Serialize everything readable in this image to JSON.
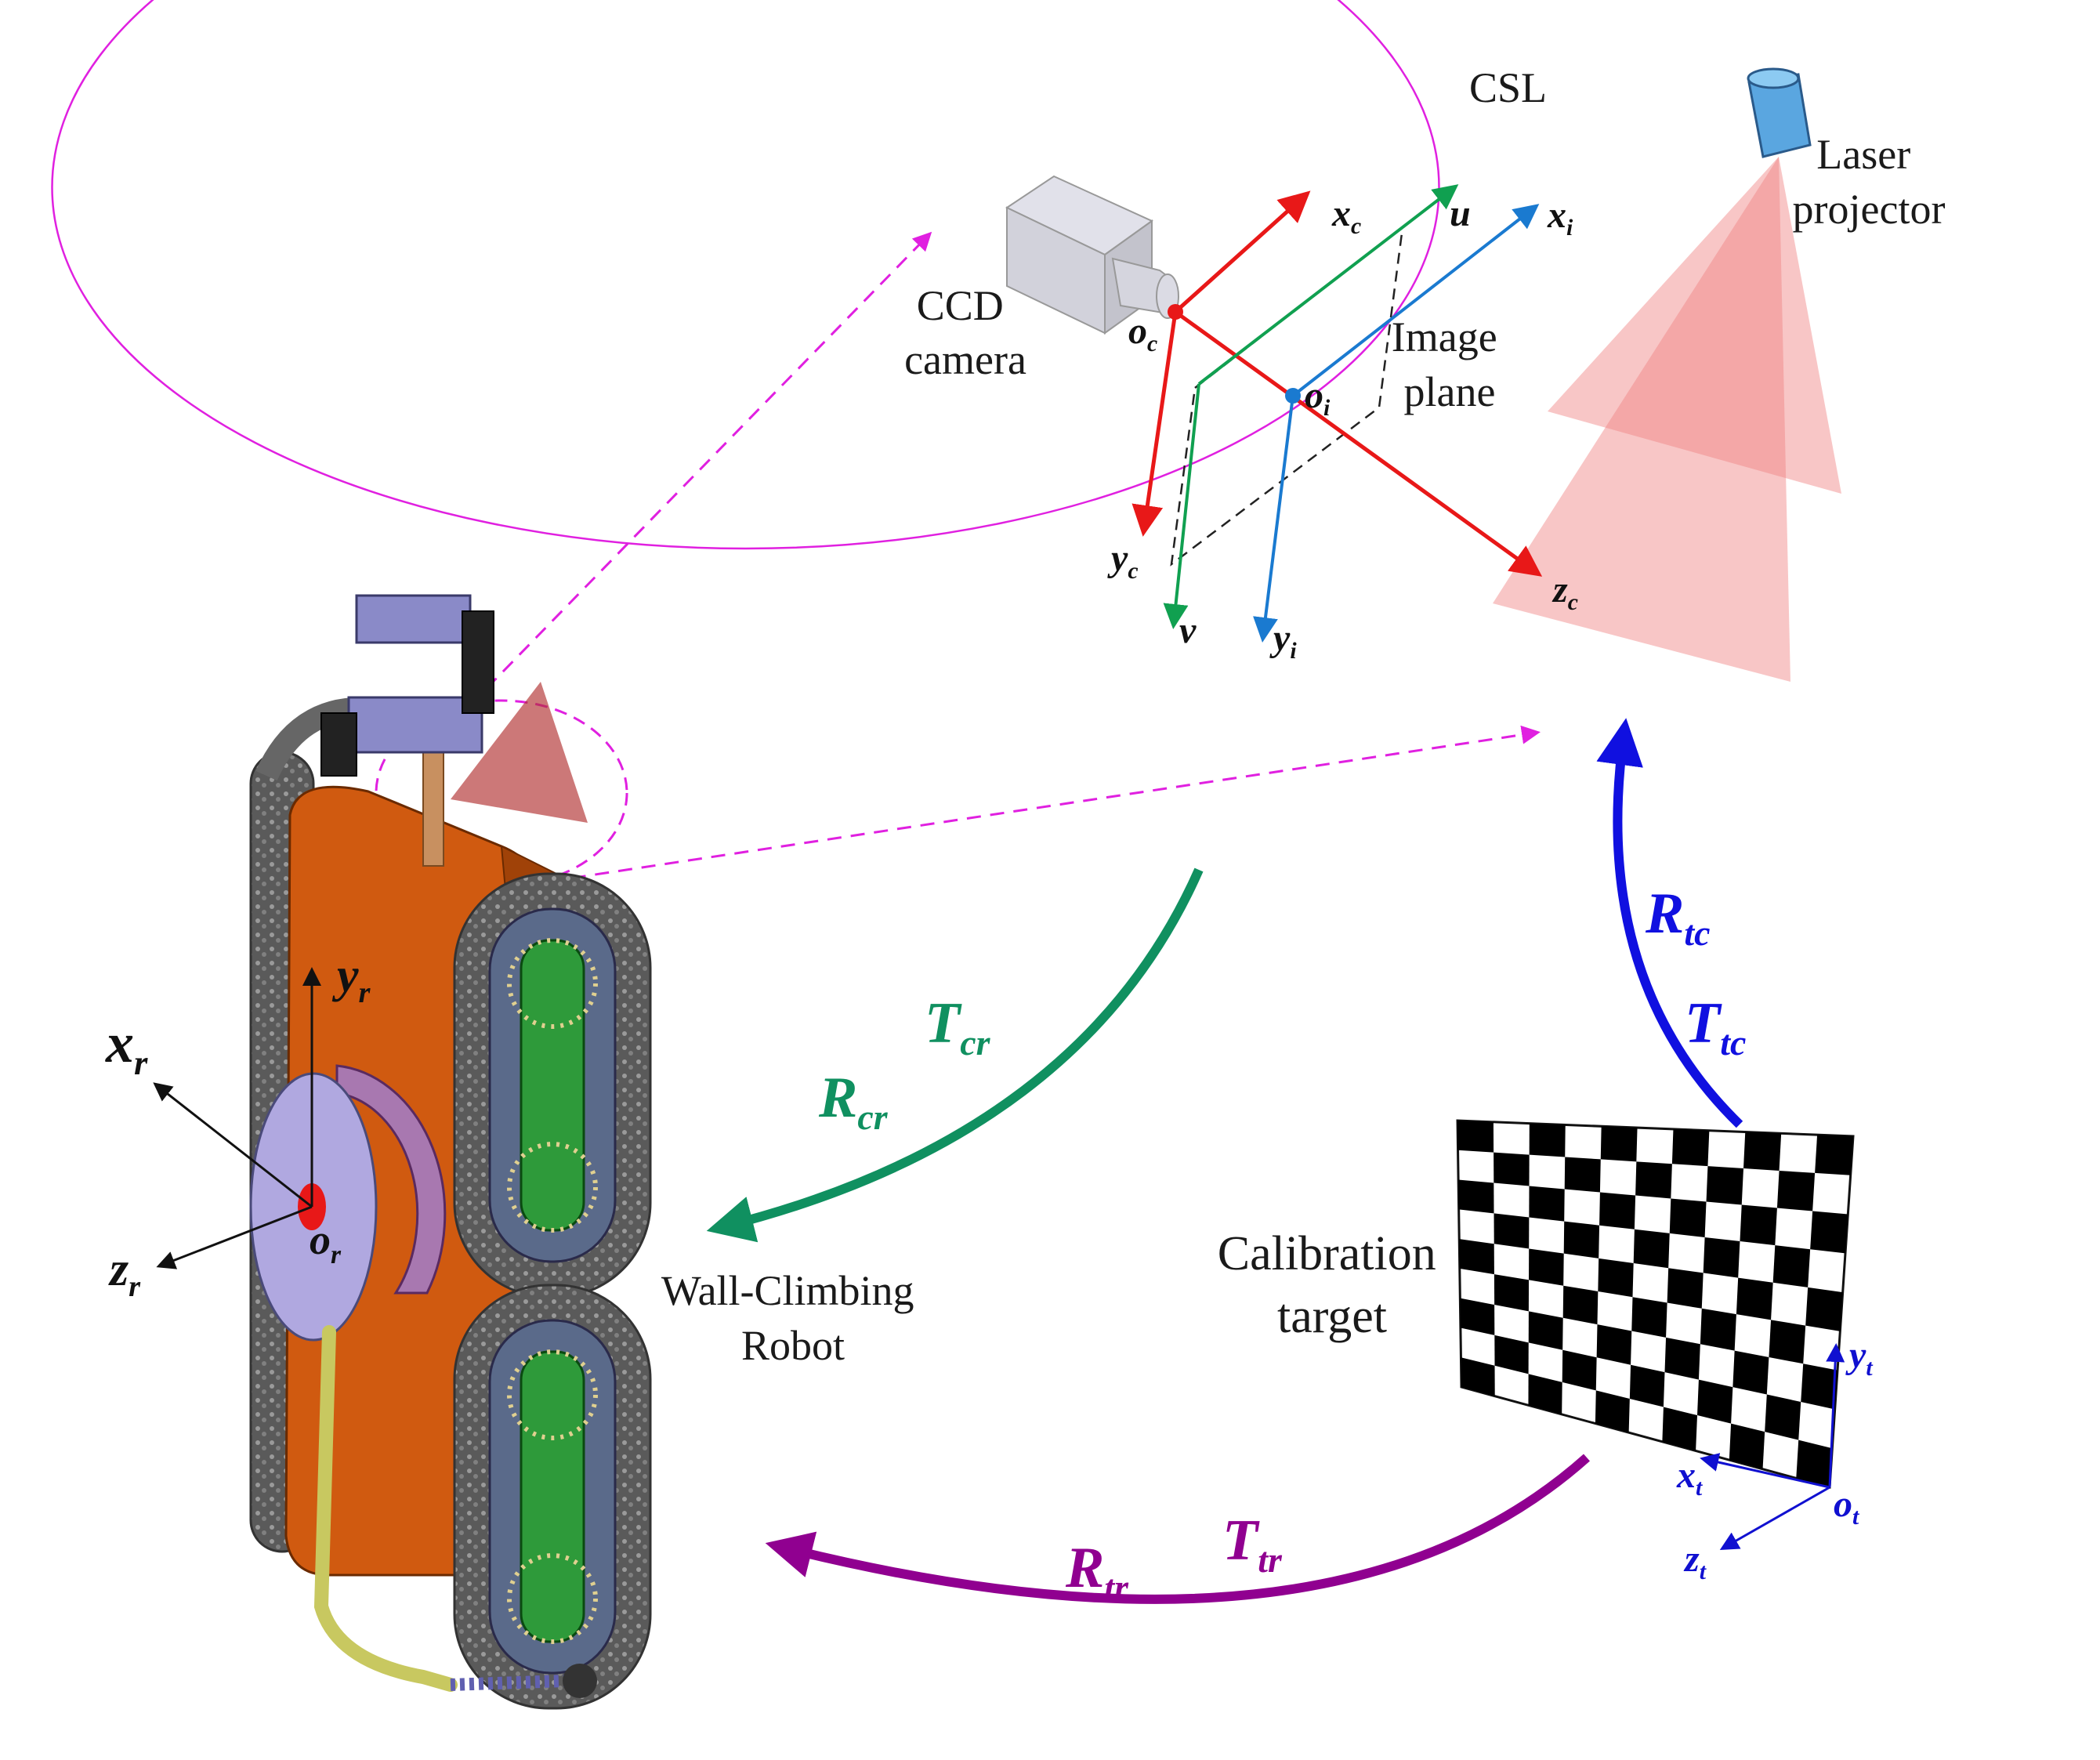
{
  "labels": {
    "csl": "CSL",
    "laser_projector": [
      "Laser",
      "projector"
    ],
    "ccd_camera": [
      "CCD",
      "camera"
    ],
    "image_plane": [
      "Image",
      "plane"
    ],
    "wall_climbing_robot": [
      "Wall-Climbing",
      "Robot"
    ],
    "calibration_target": [
      "Calibration",
      "target"
    ]
  },
  "camera_axes": {
    "xc": {
      "main": "x",
      "sub": "c"
    },
    "yc": {
      "main": "y",
      "sub": "c"
    },
    "zc": {
      "main": "z",
      "sub": "c"
    },
    "oc": {
      "main": "o",
      "sub": "c"
    },
    "u": "u",
    "v": "v",
    "xi": {
      "main": "x",
      "sub": "i"
    },
    "yi": {
      "main": "y",
      "sub": "i"
    },
    "oi": {
      "main": "o",
      "sub": "i"
    }
  },
  "robot_axes": {
    "xr": {
      "main": "x",
      "sub": "r"
    },
    "yr": {
      "main": "y",
      "sub": "r"
    },
    "zr": {
      "main": "z",
      "sub": "r"
    },
    "or": {
      "main": "o",
      "sub": "r"
    }
  },
  "target_axes": {
    "xt": {
      "main": "x",
      "sub": "t"
    },
    "yt": {
      "main": "y",
      "sub": "t"
    },
    "zt": {
      "main": "z",
      "sub": "t"
    },
    "ot": {
      "main": "o",
      "sub": "t"
    }
  },
  "transforms": {
    "rtc": {
      "main": "R",
      "sub": "tc"
    },
    "ttc": {
      "main": "T",
      "sub": "tc"
    },
    "rcr": {
      "main": "R",
      "sub": "cr"
    },
    "tcr": {
      "main": "T",
      "sub": "cr"
    },
    "rtr": {
      "main": "R",
      "sub": "tr"
    },
    "ttr": {
      "main": "T",
      "sub": "tr"
    }
  },
  "colors": {
    "ellipse": "#e020e0",
    "camera_axis": "#e81818",
    "image_uv": "#10a050",
    "image_xy": "#1a7ad0",
    "tc_arrow": "#1010e0",
    "cr_arrow": "#109060",
    "tr_arrow": "#900090",
    "target_axis": "#1010d0",
    "laser": "#f08080",
    "robot_body": "#d05a10"
  },
  "checkerboard": {
    "rows": 9,
    "cols": 11
  }
}
